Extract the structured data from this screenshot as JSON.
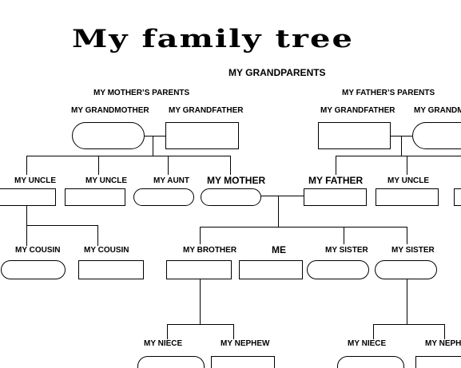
{
  "title": "My family tree",
  "labels": {
    "grandparents": "MY GRANDPARENTS",
    "mothers_parents": "MY MOTHER’S PARENTS",
    "fathers_parents": "MY FATHER’S PARENTS",
    "m_grandmother": "MY GRANDMOTHER",
    "m_grandfather": "MY GRANDFATHER",
    "f_grandfather": "MY GRANDFATHER",
    "f_grandmother": "MY GRANDMOTHER",
    "uncle_1": "MY UNCLE",
    "uncle_2": "MY UNCLE",
    "aunt": "MY AUNT",
    "mother": "MY MOTHER",
    "father": "MY FATHER",
    "uncle_3": "MY UNCLE",
    "cousin_1": "MY COUSIN",
    "cousin_2": "MY COUSIN",
    "brother": "MY BROTHER",
    "me": "ME",
    "sister_1": "MY SISTER",
    "sister_2": "MY SISTER",
    "niece_1": "MY NIECE",
    "nephew_1": "MY NEPHEW",
    "niece_2": "MY NIECE",
    "nephew_2": "MY NEPHEW"
  }
}
